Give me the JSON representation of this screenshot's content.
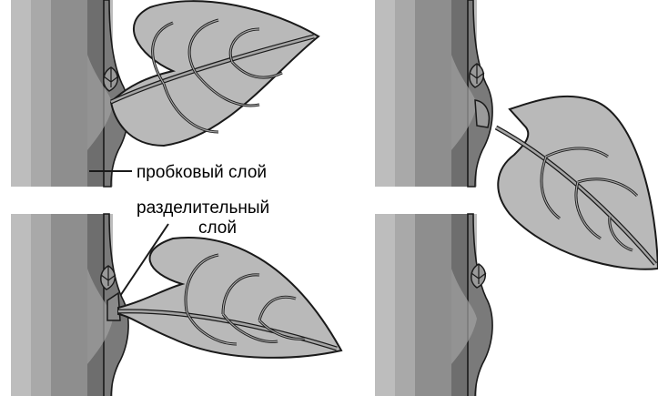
{
  "labels": {
    "cork_layer": "пробковый слой",
    "separation_layer_line1": "разделительный",
    "separation_layer_line2": "слой"
  },
  "colors": {
    "stem_dark": "#6b6b6b",
    "stem_mid": "#8f8f8f",
    "stem_light": "#b5b5b5",
    "stem_core": "#a3a3a3",
    "leaf_fill": "#b9b9b9",
    "outline": "#1a1a1a",
    "bud": "#9a9a9a"
  }
}
